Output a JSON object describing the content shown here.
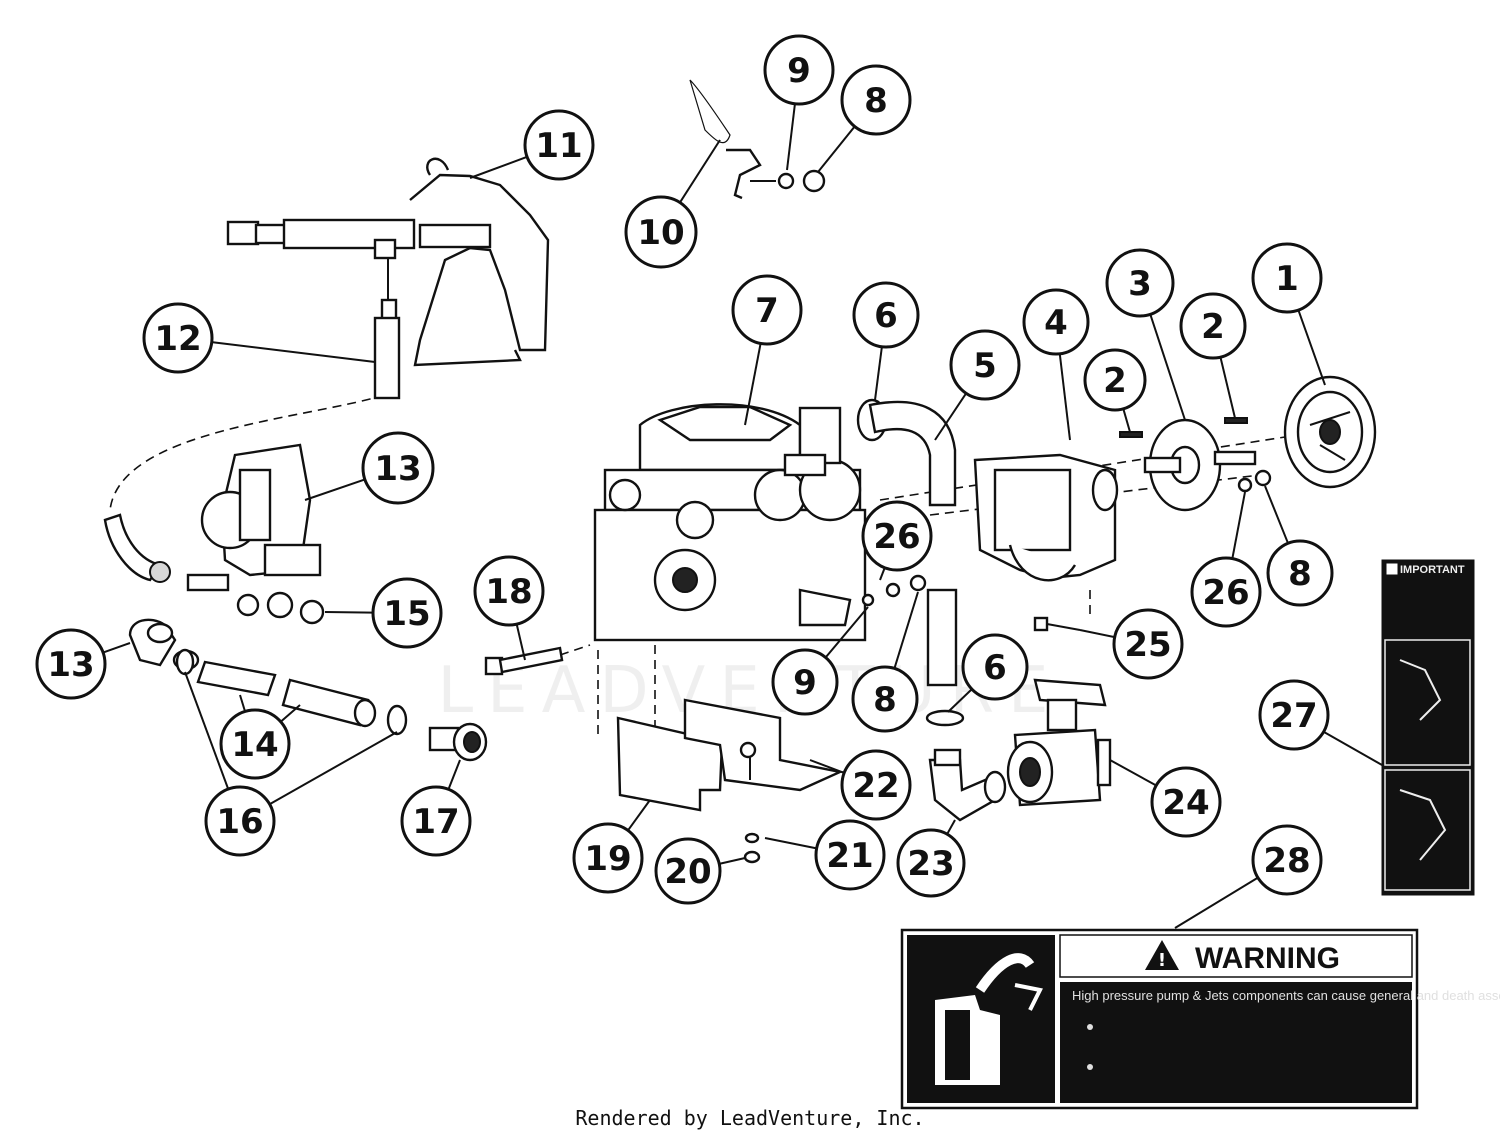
{
  "callouts": [
    {
      "label": "1"
    },
    {
      "label": "2"
    },
    {
      "label": "2"
    },
    {
      "label": "3"
    },
    {
      "label": "4"
    },
    {
      "label": "5"
    },
    {
      "label": "6"
    },
    {
      "label": "6"
    },
    {
      "label": "7"
    },
    {
      "label": "8"
    },
    {
      "label": "8"
    },
    {
      "label": "8"
    },
    {
      "label": "9"
    },
    {
      "label": "9"
    },
    {
      "label": "10"
    },
    {
      "label": "11"
    },
    {
      "label": "12"
    },
    {
      "label": "13"
    },
    {
      "label": "13"
    },
    {
      "label": "14"
    },
    {
      "label": "15"
    },
    {
      "label": "16"
    },
    {
      "label": "17"
    },
    {
      "label": "18"
    },
    {
      "label": "19"
    },
    {
      "label": "20"
    },
    {
      "label": "21"
    },
    {
      "label": "22"
    },
    {
      "label": "23"
    },
    {
      "label": "24"
    },
    {
      "label": "25"
    },
    {
      "label": "26"
    },
    {
      "label": "26"
    },
    {
      "label": "27"
    },
    {
      "label": "28"
    }
  ],
  "warning_decal": {
    "title": "WARNING",
    "text": "High pressure pump & Jets components can cause general and death assemble immensely."
  },
  "important_decal": {
    "title": "IMPORTANT"
  },
  "watermark": "LEADVENTURE",
  "footer": "Rendered by LeadVenture, Inc.",
  "colors": {
    "ink": "#111111",
    "paper": "#ffffff"
  }
}
